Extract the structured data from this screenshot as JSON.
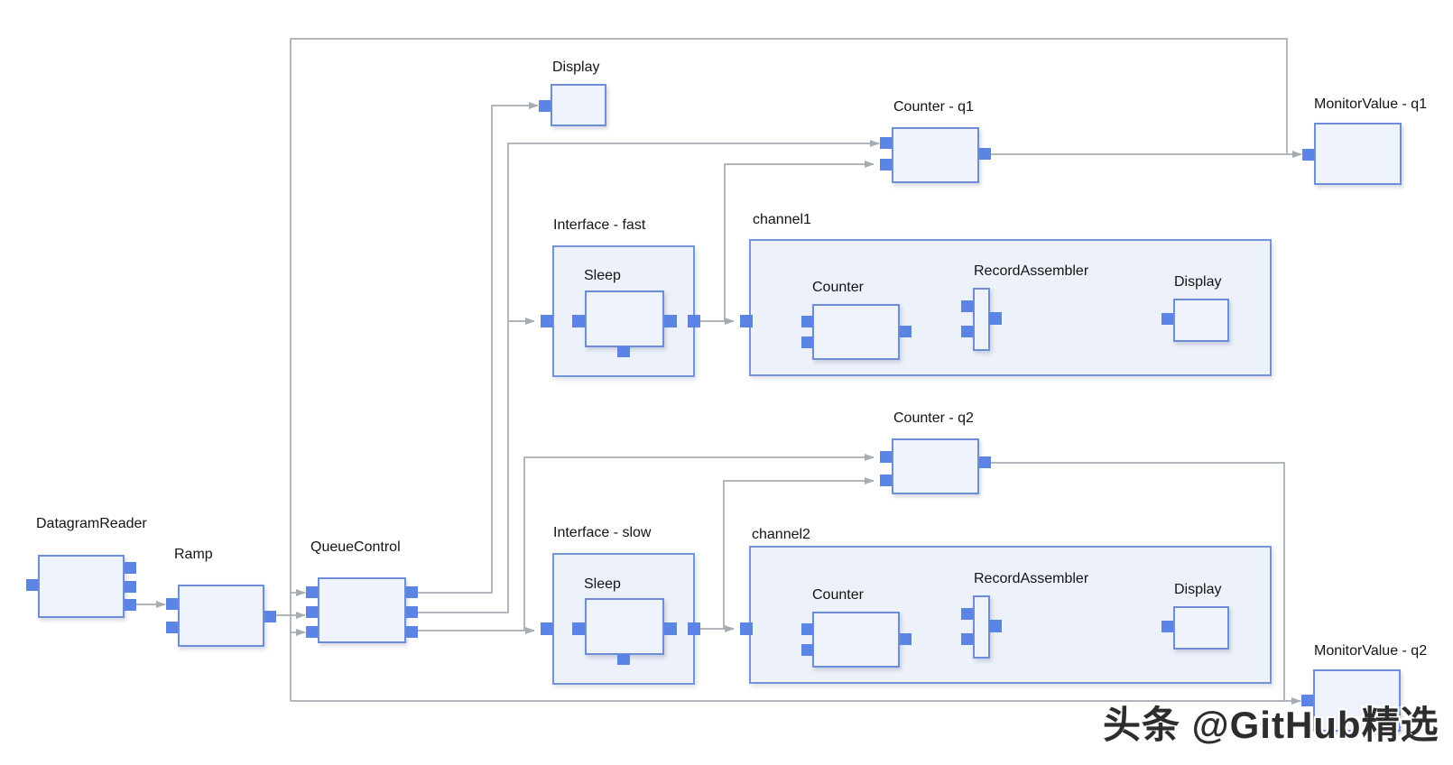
{
  "diagram": {
    "labels": {
      "datagram_reader": "DatagramReader",
      "ramp": "Ramp",
      "queue_control": "QueueControl",
      "display_top": "Display",
      "counter_q1": "Counter - q1",
      "monitor_q1": "MonitorValue - q1",
      "counter_q2": "Counter - q2",
      "monitor_q2": "MonitorValue - q2",
      "interface_fast": "Interface - fast",
      "sleep_fast": "Sleep",
      "interface_slow": "Interface - slow",
      "sleep_slow": "Sleep",
      "channel1": "channel1",
      "ch1_counter": "Counter",
      "ch1_record_assembler": "RecordAssembler",
      "ch1_display": "Display",
      "channel2": "channel2",
      "ch2_counter": "Counter",
      "ch2_record_assembler": "RecordAssembler",
      "ch2_display": "Display"
    },
    "watermark": {
      "text": "头条 @GitHub精选"
    },
    "colors": {
      "background": "#ffffff",
      "block_fill": "#eef2fb",
      "block_border": "#6d8ed6",
      "composite_fill": "#ecf1fa",
      "port": "#5b84e4",
      "wire": "#a5acb2",
      "label": "#141414",
      "watermark": "#2d2d2d"
    }
  }
}
